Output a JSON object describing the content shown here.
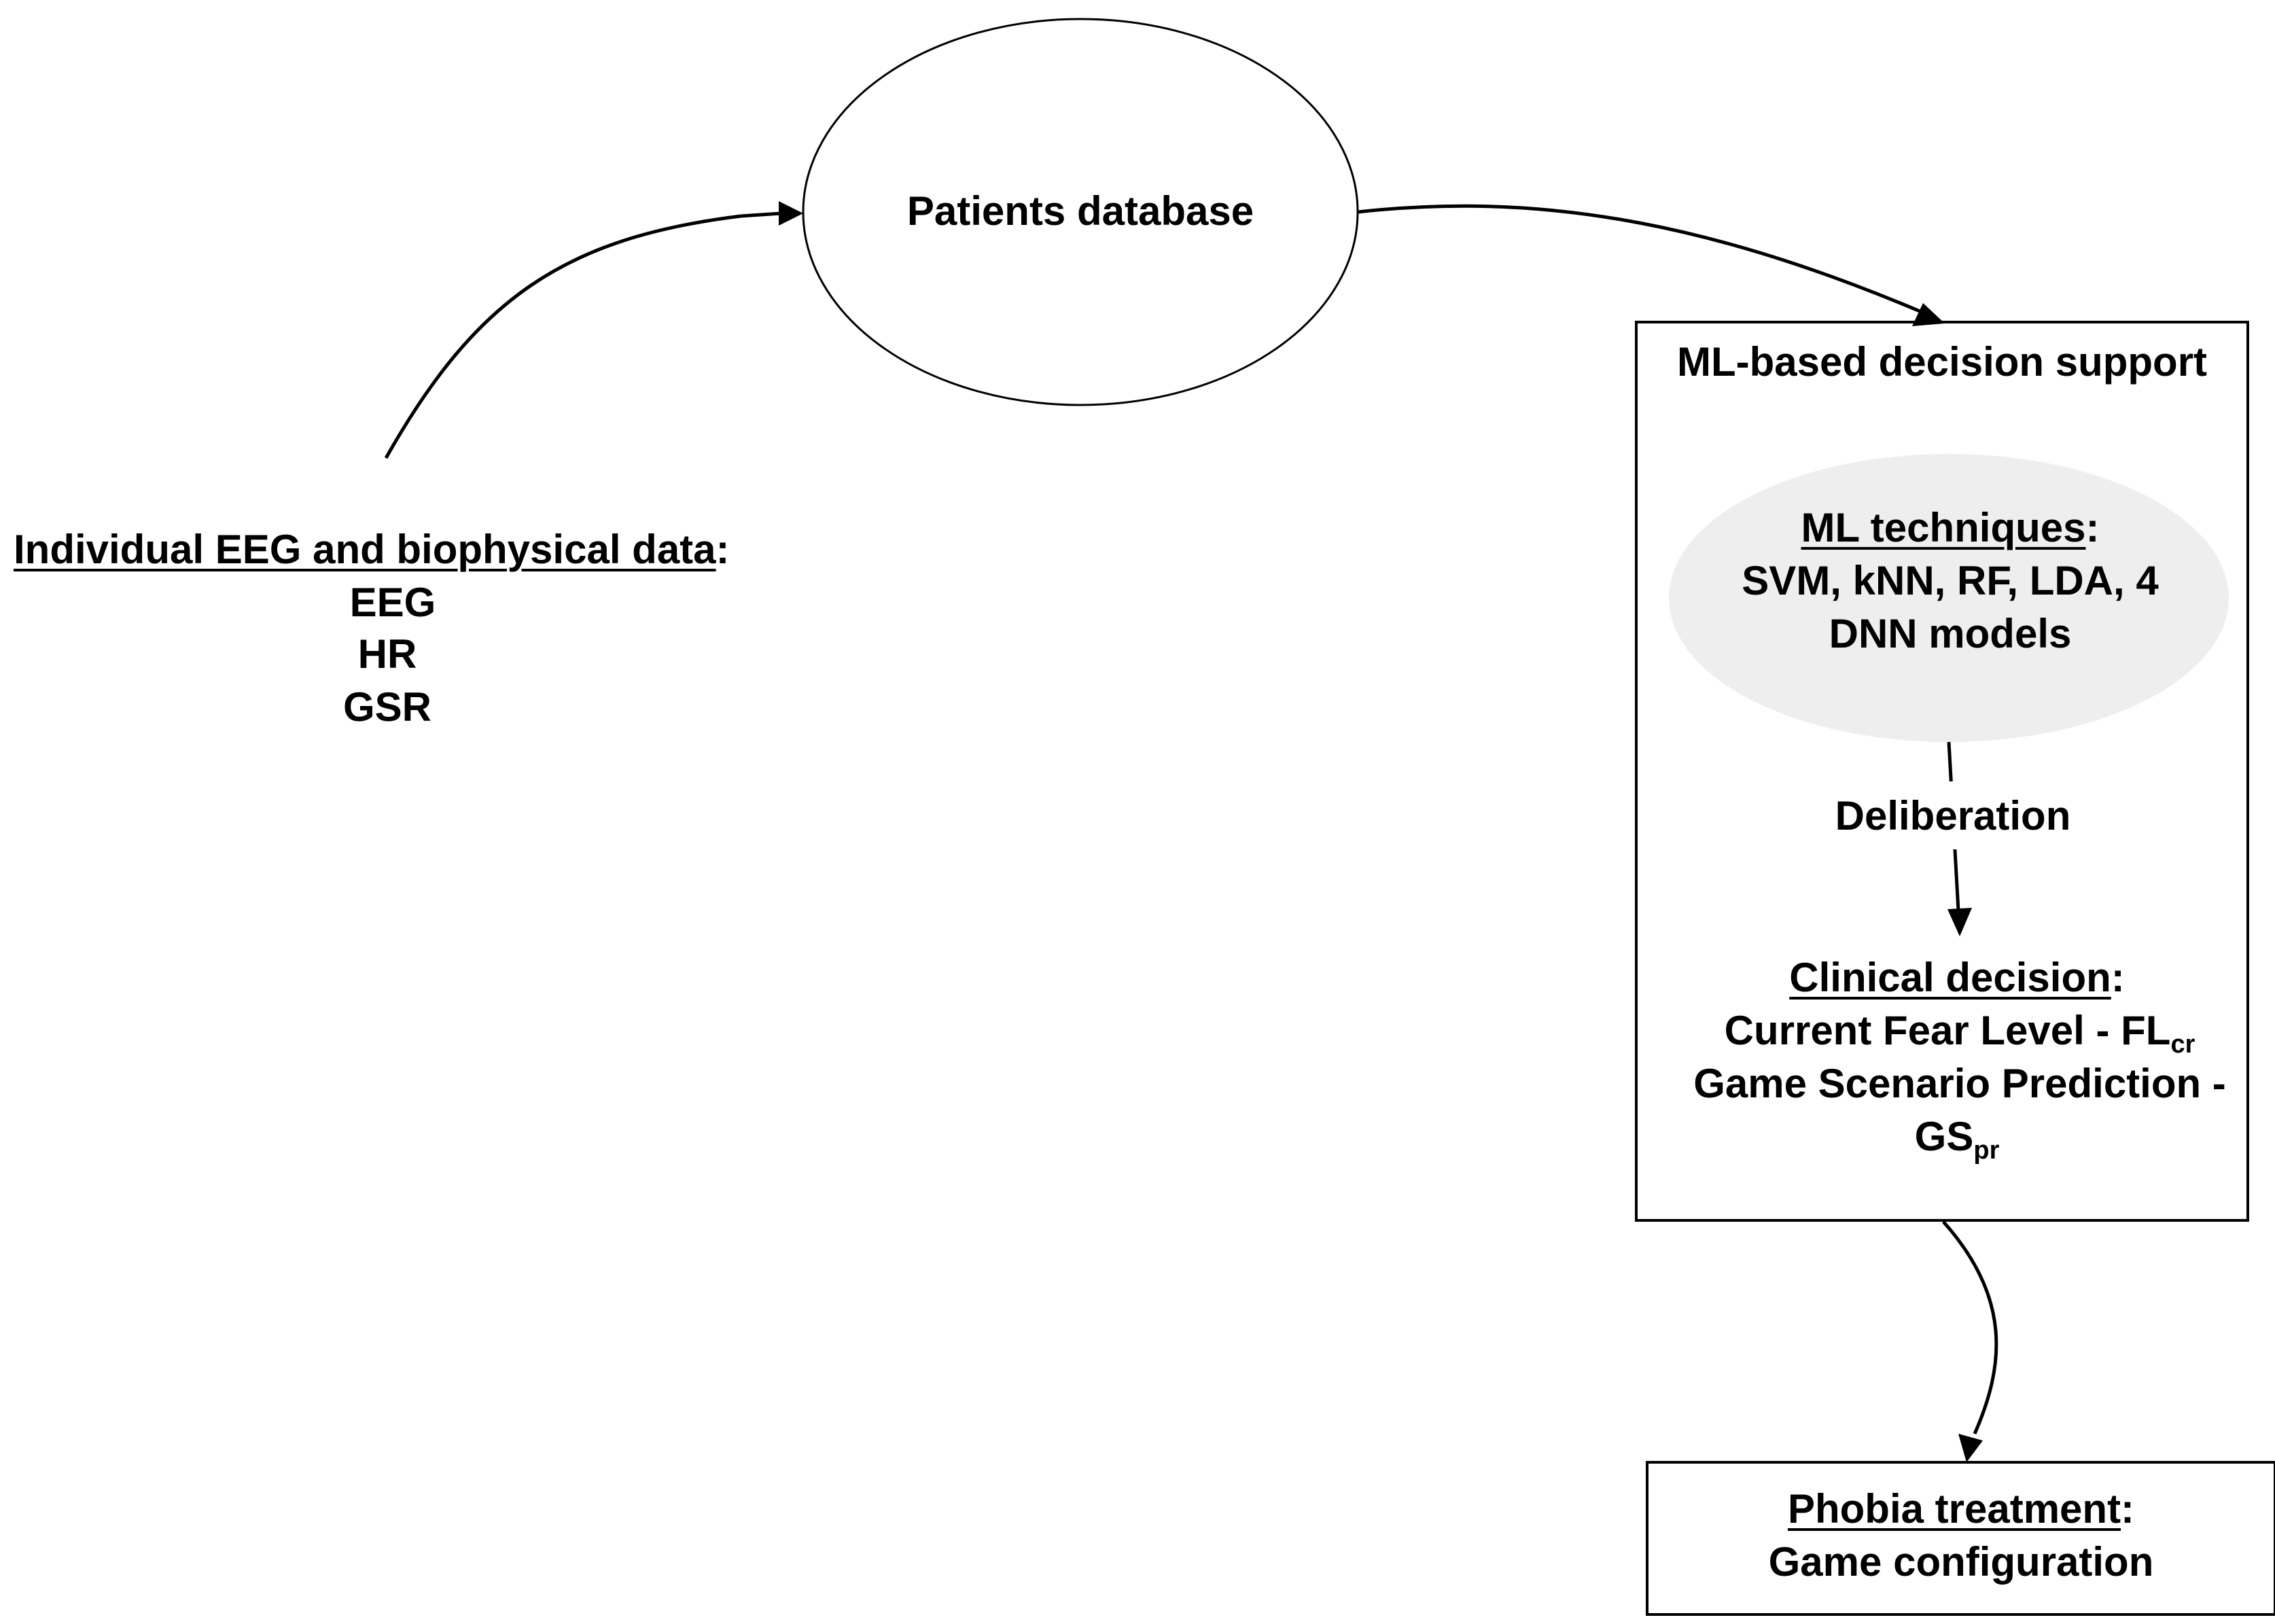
{
  "colors": {
    "stroke": "#000000",
    "ml_ellipse_fill": "#eeeeee",
    "background": "#ffffff"
  },
  "input": {
    "heading": "Individual EEG and biophysical data",
    "colon": ":",
    "items": [
      "EEG",
      "HR",
      "GSR"
    ]
  },
  "database": {
    "label": "Patients database"
  },
  "decision_support": {
    "title": "ML-based decision support",
    "ml": {
      "heading": "ML techniques",
      "colon": ":",
      "line1": "SVM, kNN, RF, LDA, 4",
      "line2": "DNN models"
    },
    "deliberation": "Deliberation",
    "clinical": {
      "heading": "Clinical decision",
      "colon": ":",
      "fear_text": "Current Fear Level - FL",
      "fear_sub": "cr",
      "scenario_text": "Game Scenario Prediction -",
      "gs_text": "GS",
      "gs_sub": "pr"
    }
  },
  "treatment": {
    "heading": "Phobia treatment",
    "colon": ":",
    "line": "Game configuration"
  }
}
